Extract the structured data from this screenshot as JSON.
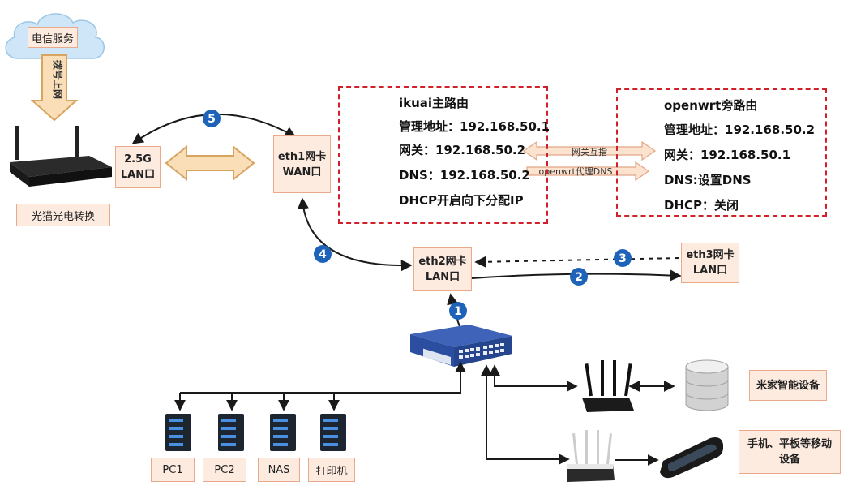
{
  "telecom_label": "电信服务",
  "dial_label": "拨号上网",
  "modem_label": "光猫光电转换",
  "modem_port": {
    "line1": "2.5G",
    "line2": "LAN口"
  },
  "eth1": {
    "line1": "eth1网卡",
    "line2": "WAN口"
  },
  "eth2": {
    "line1": "eth2网卡",
    "line2": "LAN口"
  },
  "eth3": {
    "line1": "eth3网卡",
    "line2": "LAN口"
  },
  "ikuai": {
    "title": "ikuai主路由",
    "mgmt": "管理地址：192.168.50.1",
    "gateway": "网关：192.168.50.2",
    "dns": "DNS：192.168.50.2",
    "dhcp": "DHCP开启向下分配IP"
  },
  "openwrt": {
    "title": "openwrt旁路由",
    "mgmt": "管理地址：192.168.50.2",
    "gateway": "网关：192.168.50.1",
    "dns": "DNS:设置DNS",
    "dhcp": "DHCP：关闭"
  },
  "link_gateway": "网关互指",
  "link_dns": "openwrt代理DNS",
  "steps": [
    "1",
    "2",
    "3",
    "4",
    "5"
  ],
  "devices": {
    "pc1": "PC1",
    "pc2": "PC2",
    "nas": "NAS",
    "printer": "打印机"
  },
  "mijia_label": "米家智能设备",
  "mobile_label": "手机、平板等移动设备",
  "colors": {
    "box_fill": "#fdebe0",
    "box_border": "#e9a98a",
    "dash_red": "#d0202a",
    "step_blue": "#1f63b8",
    "arrow_tan": "#f7dcb8"
  }
}
